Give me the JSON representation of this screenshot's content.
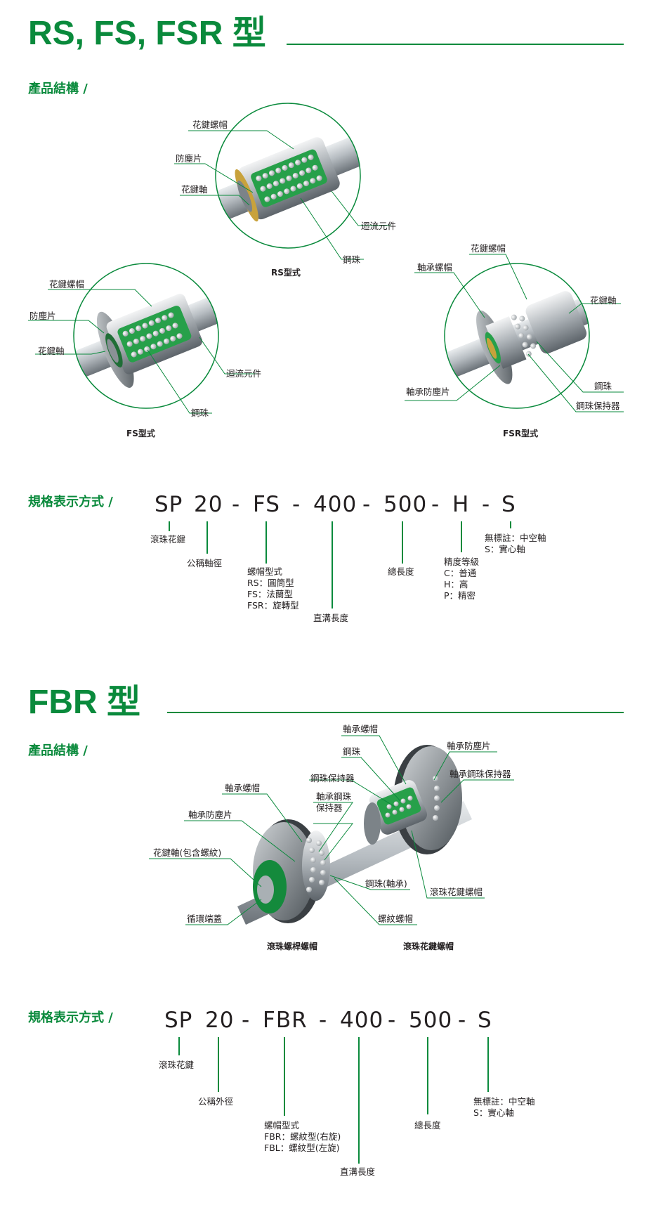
{
  "section1": {
    "title": "RS, FS, FSR 型",
    "structure_label": "產品結構 /",
    "rs": {
      "caption": "RS型式",
      "labels": [
        "花鍵螺帽",
        "防塵片",
        "花鍵軸",
        "迴流元件",
        "鋼珠"
      ]
    },
    "fs": {
      "caption": "FS型式",
      "labels": [
        "花鍵螺帽",
        "防塵片",
        "花鍵軸",
        "迴流元件",
        "鋼珠"
      ]
    },
    "fsr": {
      "caption": "FSR型式",
      "labels": [
        "花鍵螺帽",
        "軸承螺帽",
        "花鍵軸",
        "軸承防塵片",
        "鋼珠",
        "鋼珠保持器"
      ]
    },
    "spec_label": "規格表示方式 /",
    "code": [
      "SP",
      "20",
      "-",
      "FS",
      "-",
      "400",
      "-",
      "500",
      "-",
      "H",
      "-",
      "S"
    ],
    "desc": {
      "ball_spline": "滾珠花鍵",
      "nominal_dia": "公稱軸徑",
      "nut_type": [
        "螺帽型式",
        "RS：圓筒型",
        "FS：法蘭型",
        "FSR：旋轉型"
      ],
      "groove_length": "直溝長度",
      "total_length": "總長度",
      "accuracy": [
        "精度等級",
        "C：普通",
        "H：高",
        "P：精密"
      ],
      "shaft": [
        "無標註：中空軸",
        "S：實心軸"
      ]
    }
  },
  "section2": {
    "title": "FBR 型",
    "structure_label": "產品結構 /",
    "labels": {
      "top_bearing_nut": "軸承螺帽",
      "top_ball": "鋼珠",
      "top_bearing_seal": "軸承防塵片",
      "ball_retainer": "鋼珠保持器",
      "bearing_ball_retainer": "軸承鋼珠保持器",
      "left_bearing_nut": "軸承螺帽",
      "left_bearing_ball_retainer": [
        "軸承鋼珠",
        "保持器"
      ],
      "left_bearing_seal": "軸承防塵片",
      "spline_shaft": "花鍵軸(包含螺紋)",
      "ball_bearing": "鋼珠(軸承)",
      "ball_spline_nut": "滾珠花鍵螺帽",
      "thread_nut": "螺紋螺帽",
      "end_cap": "循環端蓋"
    },
    "captions": [
      "滾珠螺桿螺帽",
      "滾珠花鍵螺帽"
    ],
    "spec_label": "規格表示方式 /",
    "code": [
      "SP",
      "20",
      "-",
      "FBR",
      "-",
      "400",
      "-",
      "500",
      "-",
      "S"
    ],
    "desc": {
      "ball_spline": "滾珠花鍵",
      "outer_dia": "公稱外徑",
      "nut_type": [
        "螺帽型式",
        "FBR：螺紋型(右旋)",
        "FBL：螺紋型(左旋)"
      ],
      "groove_length": "直溝長度",
      "total_length": "總長度",
      "shaft": [
        "無標註：中空軸",
        "S：實心軸"
      ]
    }
  },
  "colors": {
    "accent": "#0a8a3c",
    "text": "#231f20"
  }
}
